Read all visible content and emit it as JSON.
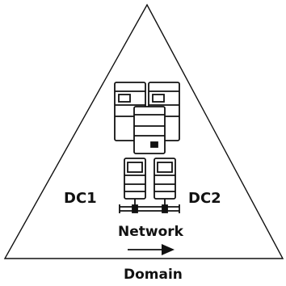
{
  "diagram": {
    "labels": {
      "dc1": "DC1",
      "dc2": "DC2",
      "network": "Network",
      "domain": "Domain"
    },
    "icons": {
      "domain_triangle": "triangle-outline",
      "server_group": "server-group-icon",
      "domain_controller": "server-tower-icon",
      "network_link": "network-bus-icon",
      "arrow": "arrow-right-icon"
    },
    "colors": {
      "stroke": "#111111",
      "fill": "#ffffff",
      "text": "#111111"
    }
  }
}
